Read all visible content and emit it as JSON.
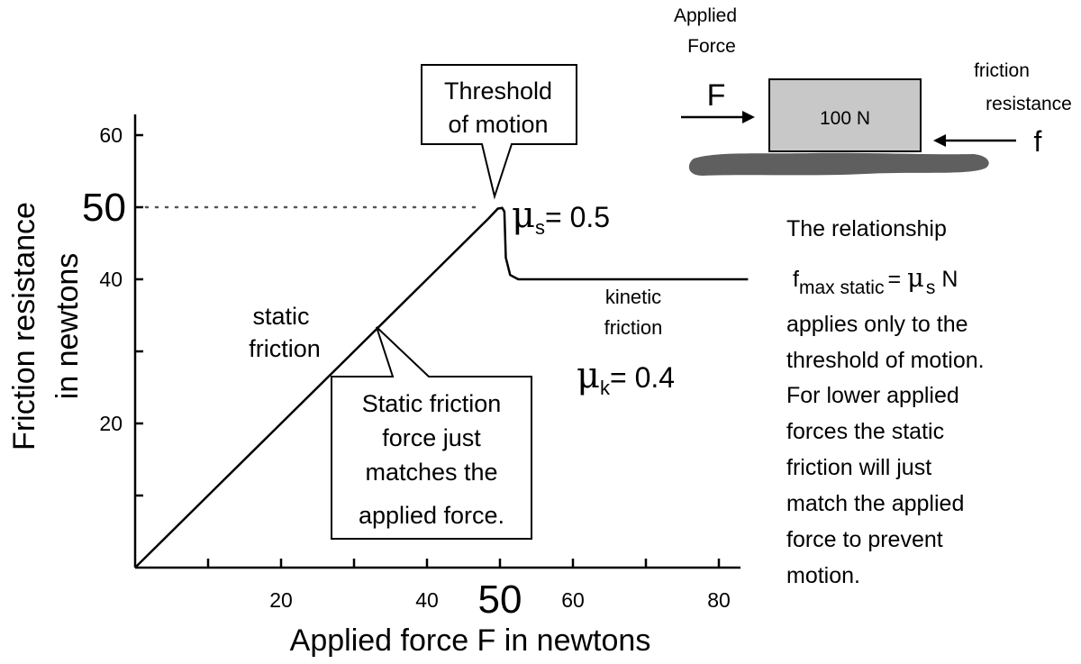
{
  "chart_data": {
    "type": "line",
    "xlabel": "Applied force F in newtons",
    "ylabel_lines": [
      "Friction resistance",
      "in newtons"
    ],
    "xlim": [
      0,
      84
    ],
    "ylim": [
      0,
      62
    ],
    "x_ticks": [
      {
        "value": 10,
        "label": ""
      },
      {
        "value": 20,
        "label": "20"
      },
      {
        "value": 30,
        "label": ""
      },
      {
        "value": 40,
        "label": "40"
      },
      {
        "value": 50,
        "label": "50",
        "emphasis": true
      },
      {
        "value": 60,
        "label": "60"
      },
      {
        "value": 70,
        "label": ""
      },
      {
        "value": 80,
        "label": "80"
      }
    ],
    "y_ticks": [
      {
        "value": 10,
        "label": ""
      },
      {
        "value": 20,
        "label": "20"
      },
      {
        "value": 30,
        "label": ""
      },
      {
        "value": 40,
        "label": "40"
      },
      {
        "value": 50,
        "label": "50",
        "emphasis": true
      },
      {
        "value": 60,
        "label": "60"
      }
    ],
    "series": [
      {
        "points": [
          [
            0,
            0
          ],
          [
            48.5,
            48.5
          ],
          [
            49.7,
            49.8
          ],
          [
            50.3,
            49.9
          ],
          [
            50.6,
            49.4
          ],
          [
            50.8,
            43
          ],
          [
            51.4,
            40.6
          ],
          [
            52.5,
            40
          ],
          [
            84,
            40
          ]
        ]
      }
    ],
    "reference_line": {
      "y": 50,
      "x_from": 0,
      "x_to": 47
    },
    "annotations": {
      "threshold_lines": [
        "Threshold",
        "of motion"
      ],
      "static_friction_lines": [
        "static",
        "friction"
      ],
      "kinetic_friction_lines": [
        "kinetic",
        "friction"
      ],
      "callout_static_lines": [
        "Static friction",
        "force just",
        "matches the",
        "applied force."
      ],
      "mu_s": {
        "symbol": "μ",
        "sub": "s",
        "value": "= 0.5"
      },
      "mu_k": {
        "symbol": "μ",
        "sub": "k",
        "value": "= 0.4"
      }
    }
  },
  "diagram": {
    "applied_force_lines": [
      "Applied",
      "Force"
    ],
    "force_symbol": "F",
    "block_weight": "100 N",
    "friction_resistance_lines": [
      "friction",
      "resistance"
    ],
    "friction_symbol": "f"
  },
  "side_text": {
    "intro": "The relationship",
    "formula": {
      "f": "f",
      "f_sub": "max static",
      "eq": "= ",
      "mu": "μ",
      "mu_sub": "s",
      "n": " N"
    },
    "body_lines": [
      "applies only to the",
      "threshold of motion.",
      "For lower applied",
      "forces the static",
      "friction will just",
      "match the applied",
      "force to prevent",
      "motion."
    ]
  },
  "colors": {
    "block_fill": "#c8c8c8",
    "ground": "#5f5f5f",
    "line": "#000000"
  }
}
